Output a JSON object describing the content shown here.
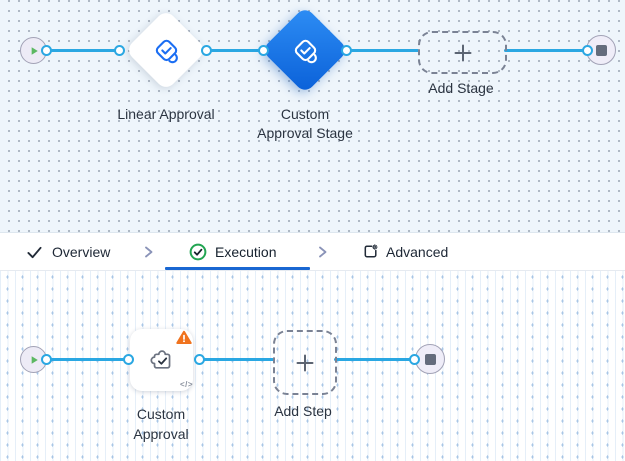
{
  "top_canvas": {
    "stage_linear": {
      "label": "Linear Approval"
    },
    "stage_custom": {
      "label_line1": "Custom",
      "label_line2": "Approval Stage"
    },
    "add_stage": {
      "label": "Add Stage"
    }
  },
  "tab_bar": {
    "tabs": [
      {
        "label": "Overview"
      },
      {
        "label": "Execution"
      },
      {
        "label": "Advanced"
      }
    ],
    "active_tab": "Execution"
  },
  "bottom_canvas": {
    "step_custom": {
      "label_line1": "Custom",
      "label_line2": "Approval",
      "code_badge": "</>"
    },
    "add_step": {
      "label": "Add Step"
    }
  },
  "colors": {
    "connector_blue": "#2AA7E2",
    "selected_stage_blue_start": "#2E8EF5",
    "selected_stage_blue_end": "#0A60D8",
    "approval_icon_blue": "#1B6EF3",
    "active_tab_underline": "#1967D2",
    "execution_check_green": "#22A552",
    "warning_orange": "#F0731E",
    "play_green": "#5CB862",
    "stop_slate": "#646C7C",
    "canvas_top_bg": "#EEF5FB"
  }
}
